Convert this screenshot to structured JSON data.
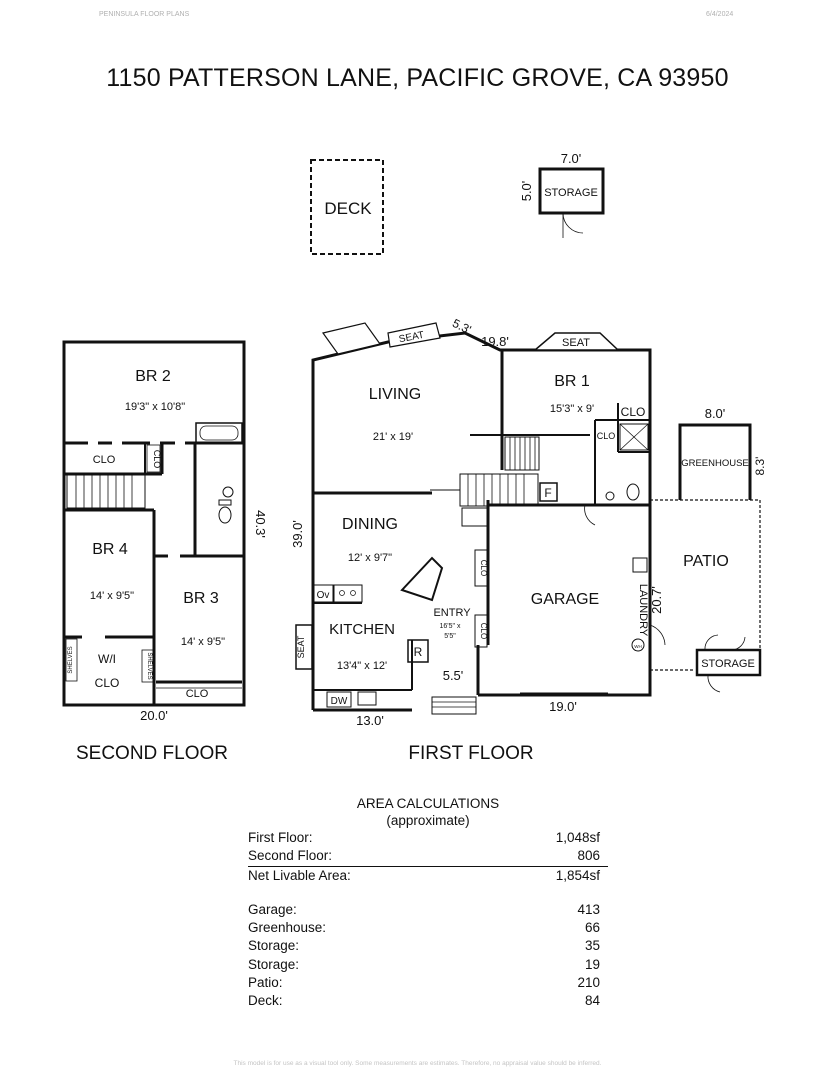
{
  "header": {
    "left_note": "PENINSULA FLOOR PLANS",
    "date": "6/4/2024",
    "title": "1150 PATTERSON LANE, PACIFIC GROVE, CA 93950"
  },
  "detached": {
    "deck_label": "DECK",
    "storage_label": "STORAGE",
    "storage_width": "7.0'",
    "storage_depth": "5.0'"
  },
  "second_floor": {
    "caption": "SECOND FLOOR",
    "br2": "BR 2",
    "br2_size": "19'3\" x 10'8\"",
    "br3": "BR 3",
    "br3_size": "14' x 9'5\"",
    "br4": "BR 4",
    "br4_size": "14' x 9'5\"",
    "clo": "CLO",
    "wi": "W/I",
    "shelves": "SHELVES",
    "dim_depth": "40.3'",
    "dim_width": "20.0'"
  },
  "first_floor": {
    "caption": "FIRST FLOOR",
    "living": "LIVING",
    "living_size": "21' x 19'",
    "br1": "BR 1",
    "br1_size": "15'3\" x 9'",
    "dining": "DINING",
    "dining_size": "12' x 9'7\"",
    "kitchen": "KITCHEN",
    "kitchen_size": "13'4\" x 12'",
    "entry": "ENTRY",
    "entry_size_a": "16'5\" x",
    "entry_size_b": "5'5\"",
    "garage": "GARAGE",
    "laundry": "LAUNDRY",
    "patio": "PATIO",
    "greenhouse": "GREENHOUSE",
    "storage": "STORAGE",
    "seat": "SEAT",
    "clo": "CLO",
    "ov": "Ov",
    "dw": "DW",
    "r": "R",
    "f": "F",
    "wh": "WH",
    "dim_seat": "5.3'",
    "dim_top": "19.8'",
    "dim_left": "39.0'",
    "dim_bottom_left": "13.0'",
    "dim_entry": "5.5'",
    "dim_garage": "19.0'",
    "dim_patio": "20.7'",
    "dim_greenhouse_w": "8.0'",
    "dim_greenhouse_d": "8.3'"
  },
  "area": {
    "heading": "AREA CALCULATIONS",
    "subheading": "(approximate)",
    "rows": [
      {
        "label": "First Floor:",
        "value": "1,048sf"
      },
      {
        "label": "Second Floor:",
        "value": "806"
      },
      {
        "label": "Net Livable Area:",
        "value": "1,854sf"
      }
    ],
    "extra_rows": [
      {
        "label": "Garage:",
        "value": "413"
      },
      {
        "label": "Greenhouse:",
        "value": "66"
      },
      {
        "label": "Storage:",
        "value": "35"
      },
      {
        "label": "Storage:",
        "value": "19"
      },
      {
        "label": "Patio:",
        "value": "210"
      },
      {
        "label": "Deck:",
        "value": "84"
      }
    ]
  },
  "footer": {
    "disclaimer": "This model is for use as a visual tool only. Some measurements are estimates. Therefore, no appraisal value should be inferred."
  }
}
